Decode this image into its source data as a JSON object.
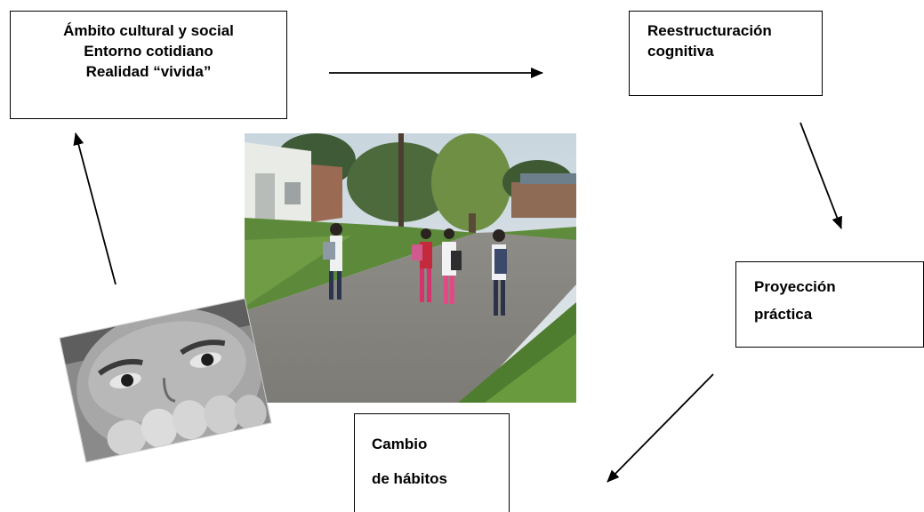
{
  "boxes": {
    "ambito": {
      "lines": [
        "Ámbito cultural y social",
        "Entorno cotidiano",
        "Realidad “vivida”"
      ]
    },
    "reestructuracion": {
      "lines": [
        "Reestructuración",
        "cognitiva"
      ]
    },
    "proyeccion": {
      "lines": [
        "Proyección",
        "práctica"
      ]
    },
    "cambio": {
      "lines": [
        "Cambio",
        "de hábitos"
      ]
    }
  },
  "images": {
    "street": "children-walking-street-photo",
    "child": "child-face-bw-photo"
  },
  "colors": {
    "border": "#000000",
    "text": "#000000",
    "arrow": "#000000"
  }
}
